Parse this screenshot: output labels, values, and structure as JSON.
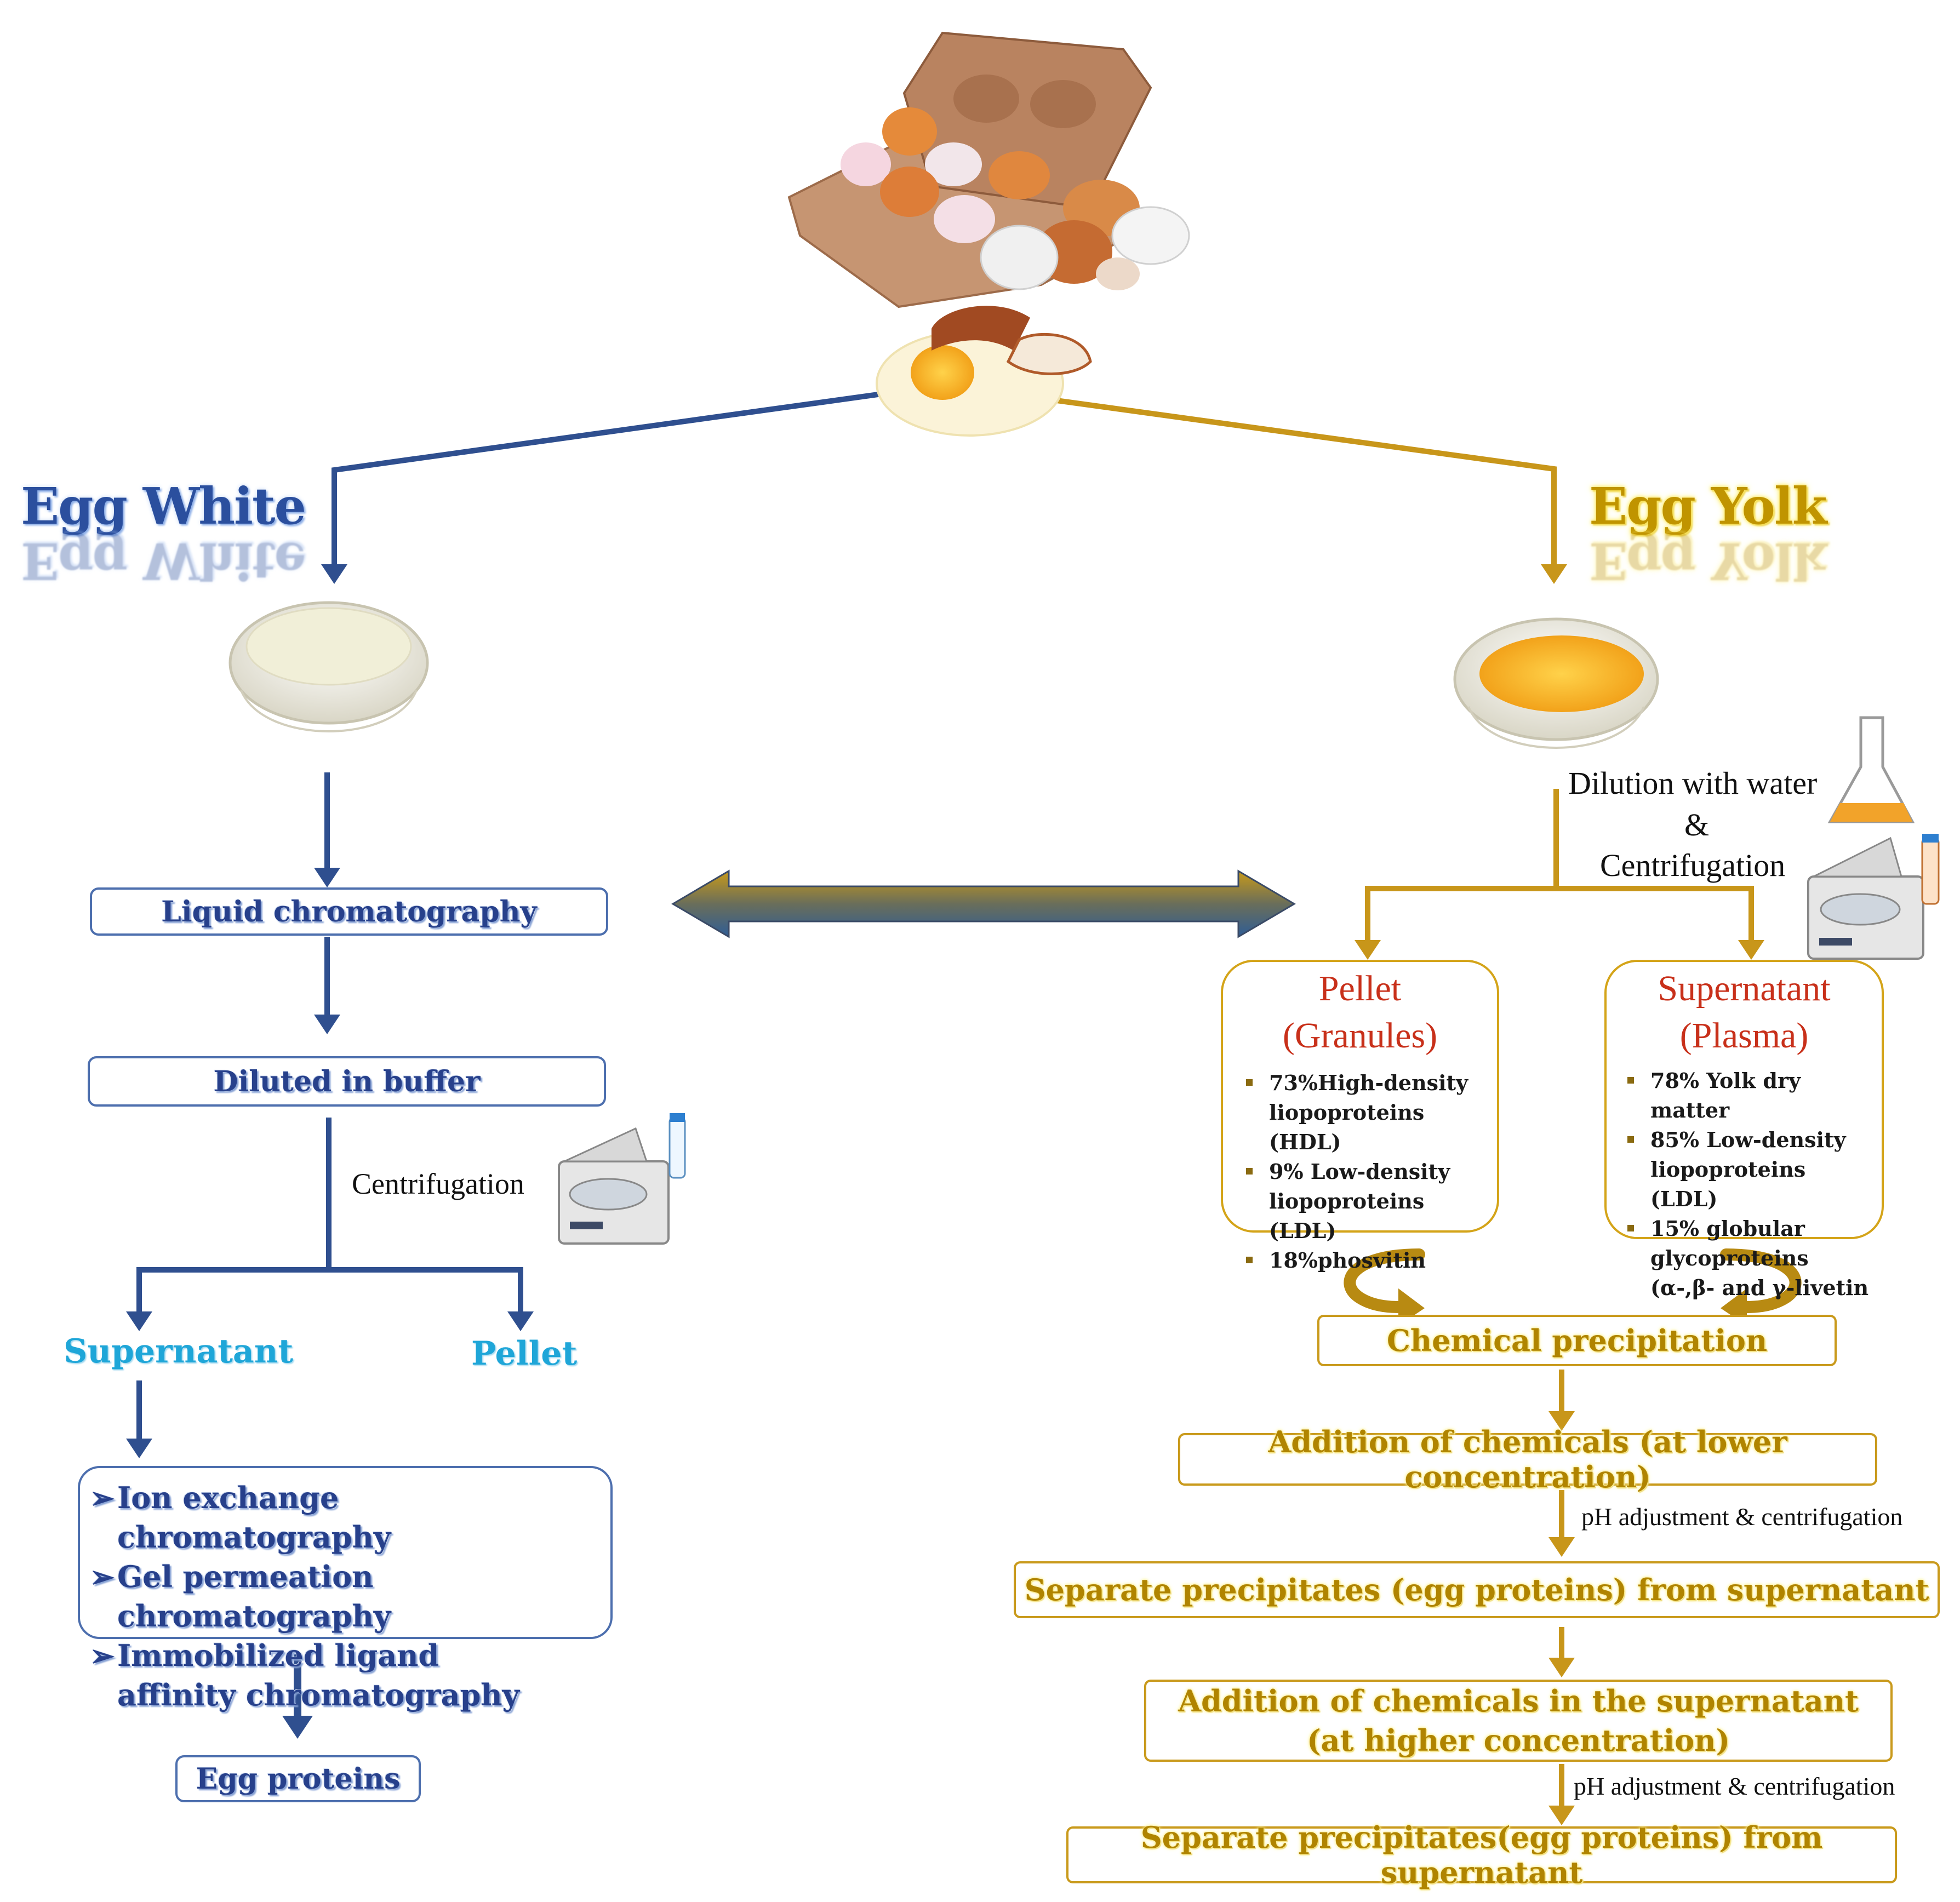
{
  "titles": {
    "egg_white": "Egg White",
    "egg_yolk": "Egg Yolk"
  },
  "white_branch": {
    "step1": "Liquid chromatography",
    "step2": "Diluted in buffer",
    "centrifugation": "Centrifugation",
    "supernatant": "Supernatant",
    "pellet": "Pellet",
    "methods": [
      "Ion exchange chromatography",
      "Gel permeation chromatography",
      "Immobilized ligand affinity chromatography"
    ],
    "result": "Egg proteins"
  },
  "yolk_branch": {
    "dilution": "Dilution with water",
    "ampersand": "&",
    "centrifugation": "Centrifugation",
    "pellet_title": "Pellet",
    "pellet_subtitle": "(Granules)",
    "pellet_items": [
      "73%High-density liopoproteins (HDL)",
      "9% Low-density liopoproteins (LDL)",
      "18%phosvitin"
    ],
    "super_title": "Supernatant",
    "super_subtitle": "(Plasma)",
    "super_items": [
      "78% Yolk dry matter",
      "85% Low-density liopoproteins (LDL)",
      "15% globular glycoproteins (α-,β- and γ-livetin"
    ],
    "chem_precip": "Chemical precipitation",
    "add_lower": "Addition of chemicals (at lower concentration)",
    "ph1": "pH adjustment & centrifugation",
    "separate1": "Separate precipitates (egg proteins) from supernatant",
    "add_higher_line1": "Addition of chemicals in the supernatant",
    "add_higher_line2": "(at higher concentration)",
    "ph2": "pH adjustment & centrifugation",
    "separate2": "Separate precipitates(egg proteins) from supernatant"
  },
  "colors": {
    "blue": "#2f4f8f",
    "gold": "#c8961a"
  },
  "icons": [
    "egg-carton-icon",
    "cracked-egg-icon",
    "bowl-icon",
    "centrifuge-icon",
    "flask-icon",
    "tube-icon",
    "double-arrow-icon",
    "curved-arrow-icon"
  ]
}
